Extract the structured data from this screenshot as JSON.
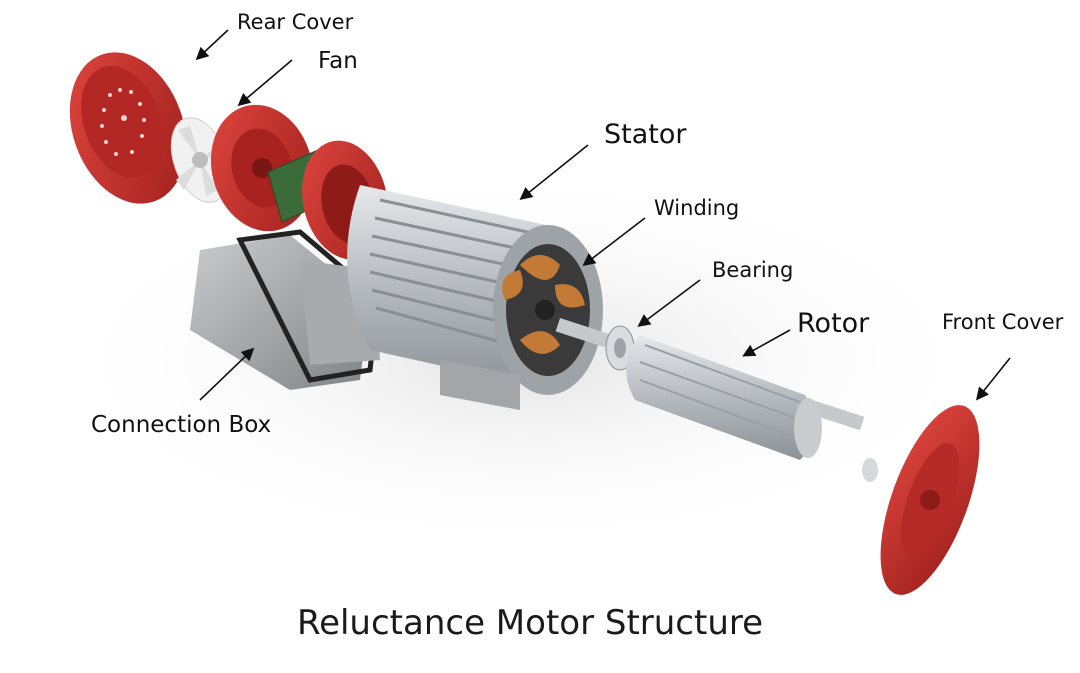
{
  "title": "Reluctance Motor Structure",
  "labels": {
    "rear_cover": "Rear Cover",
    "fan": "Fan",
    "stator": "Stator",
    "winding": "Winding",
    "bearing": "Bearing",
    "rotor": "Rotor",
    "front_cover": "Front Cover",
    "connection_box": "Connection Box"
  },
  "colors": {
    "red_parts": "#c8302c",
    "metal": "#b9bec3",
    "text": "#111111"
  }
}
